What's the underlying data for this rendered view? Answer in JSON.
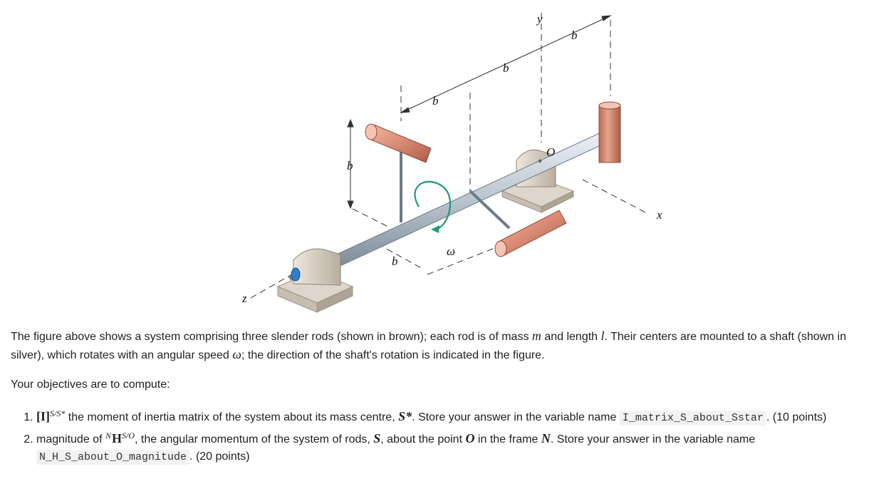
{
  "figure": {
    "labels": {
      "y": "y",
      "x": "x",
      "z": "z",
      "O": "O",
      "omega": "ω",
      "b": "b"
    },
    "colors": {
      "rod_brown": "#d98a74",
      "shaft_silver": "#b9c4cf",
      "bearing": "#d9d0c4",
      "rotation_arrow": "#1f9a77"
    }
  },
  "text": {
    "intro_1": "The figure above shows a system comprising three slender rods (shown in brown); each rod is of mass ",
    "m": "m",
    "intro_2": " and length ",
    "l": "l",
    "intro_3": ". Their centers are mounted to a shaft (shown in silver), which rotates with an angular speed ",
    "omega": "ω",
    "intro_4": "; the direction of the shaft's rotation is indicated in the figure.",
    "objectives_lead": "Your objectives are to compute:",
    "item1": {
      "I": "[I]",
      "sup": "S/S*",
      "text_1": " the moment of inertia matrix of the system about its mass centre, ",
      "Sstar": "S*",
      "text_2": ". Store your answer in the variable name ",
      "code": "I_matrix_S_about_Sstar",
      "text_3": ". (10 points)"
    },
    "item2": {
      "text_1": "magnitude of ",
      "N_pre": "N",
      "H": "H",
      "sup": "S/O",
      "text_2": ", the angular momentum of the system of rods, ",
      "S": "S",
      "text_3": ", about the point ",
      "O": "O",
      "text_4": " in the frame ",
      "N": "N",
      "text_5": ". Store your answer in the variable name ",
      "code": "N_H_S_about_O_magnitude",
      "text_6": ". (20 points)"
    }
  }
}
